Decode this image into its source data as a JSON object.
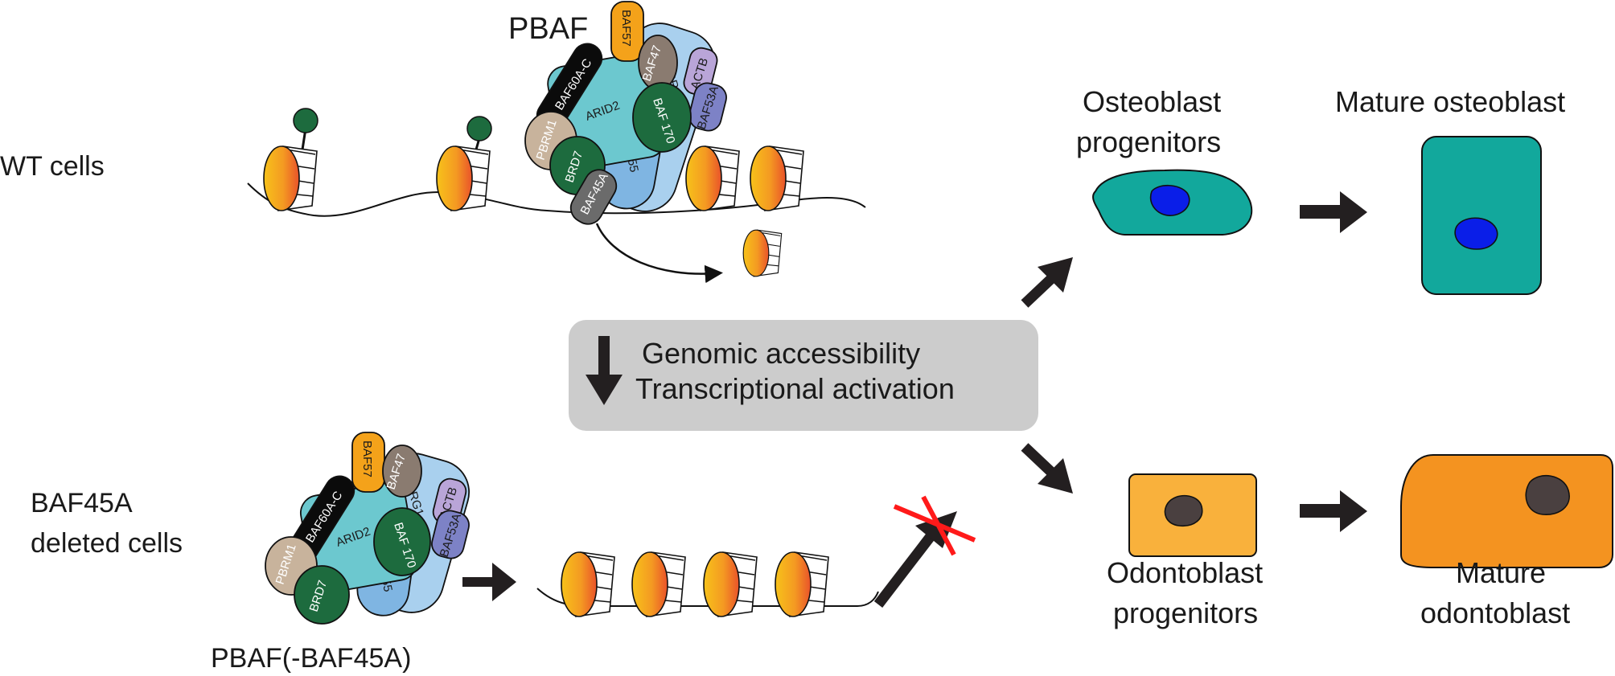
{
  "rows": {
    "wt_label": "WT cells",
    "deleted_label_line1": "BAF45A",
    "deleted_label_line2": "deleted cells"
  },
  "complexes": {
    "pbaf_label": "PBAF",
    "pbaf_minus_label": "PBAF(-BAF45A)",
    "subunits": {
      "baf57": "BAF57",
      "baf47": "BAF47",
      "baf60": "BAF60A-C",
      "brg1": "BRG1",
      "actb": "ACTB",
      "arid2": "ARID2",
      "baf53a": "BAF53A",
      "baf170": "BAF 170",
      "pbrm1": "PBRM1",
      "baf155": "BAF 155",
      "brd7": "BRD7",
      "baf45a": "BAF45A"
    }
  },
  "center_box": {
    "line1": "Genomic accessibility",
    "line2": "Transcriptional activation"
  },
  "cells": {
    "osteo_prog_line1": "Osteoblast",
    "osteo_prog_line2": "progenitors",
    "mature_osteo": "Mature osteoblast",
    "odonto_prog_line1": "Odontoblast",
    "odonto_prog_line2": "progenitors",
    "mature_odonto_line1": "Mature",
    "mature_odonto_line2": "odontoblast"
  },
  "colors": {
    "osteoblast_cell": "#12a89c",
    "osteoblast_nucleus": "#0a1ee8",
    "odonto_progenitor": "#f9b13c",
    "odonto_mature": "#f49320",
    "odonto_nucleus": "#4a4040",
    "box_bg": "#cccccc",
    "block_x": "#ff1a1a"
  }
}
